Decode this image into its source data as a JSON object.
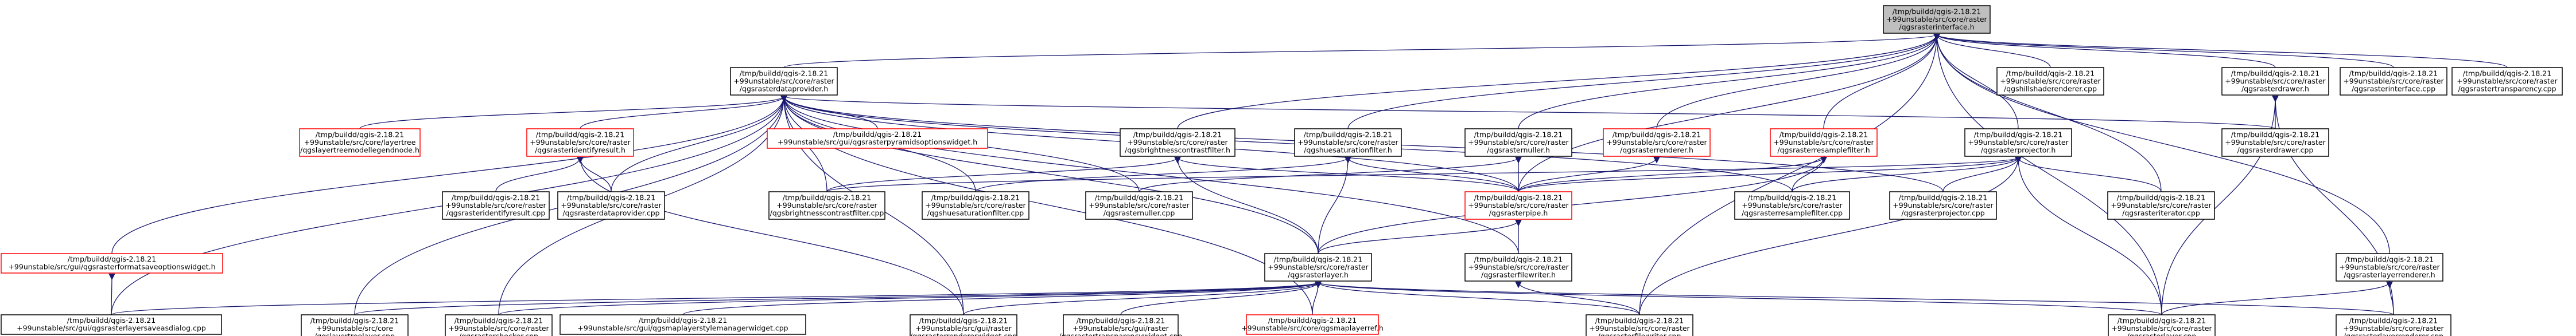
{
  "colors": {
    "root_fill": "#bfbfbf",
    "normal_border": "#000000",
    "undocumented_border": "#ff0000",
    "edge": "#191970"
  },
  "nodes": [
    {
      "id": "root",
      "root": true,
      "lines": [
        "/tmp/buildd/qgis-2.18.21",
        "+99unstable/src/core/raster",
        "/qgsrasterinterface.h"
      ]
    },
    {
      "id": "dataprovider_h",
      "lines": [
        "/tmp/buildd/qgis-2.18.21",
        "+99unstable/src/core/raster",
        "/qgsrasterdataprovider.h"
      ]
    },
    {
      "id": "hillshaderenderer_cpp",
      "lines": [
        "/tmp/buildd/qgis-2.18.21",
        "+99unstable/src/core/raster",
        "/qgshillshaderenderer.cpp"
      ]
    },
    {
      "id": "drawer_h",
      "lines": [
        "/tmp/buildd/qgis-2.18.21",
        "+99unstable/src/core/raster",
        "/qgsrasterdrawer.h"
      ]
    },
    {
      "id": "interface_cpp",
      "lines": [
        "/tmp/buildd/qgis-2.18.21",
        "+99unstable/src/core/raster",
        "/qgsrasterinterface.cpp"
      ]
    },
    {
      "id": "transparency_cpp",
      "lines": [
        "/tmp/buildd/qgis-2.18.21",
        "+99unstable/src/core/raster",
        "/qgsrastertransparency.cpp"
      ]
    },
    {
      "id": "layertree_h",
      "undocumented": true,
      "lines": [
        "/tmp/buildd/qgis-2.18.21",
        "+99unstable/src/core/layertree",
        "/qgslayertreemodellegendnode.h"
      ]
    },
    {
      "id": "identifyresult_h",
      "undocumented": true,
      "lines": [
        "/tmp/buildd/qgis-2.18.21",
        "+99unstable/src/core/raster",
        "/qgsrasteridentifyresult.h"
      ]
    },
    {
      "id": "pyramids_widget_h",
      "undocumented": true,
      "lines": [
        "/tmp/buildd/qgis-2.18.21",
        "+99unstable/src/gui/qgsrasterpyramidsoptionswidget.h"
      ]
    },
    {
      "id": "brightness_h",
      "lines": [
        "/tmp/buildd/qgis-2.18.21",
        "+99unstable/src/core/raster",
        "/qgsbrightnesscontrastfilter.h"
      ]
    },
    {
      "id": "huesat_h",
      "lines": [
        "/tmp/buildd/qgis-2.18.21",
        "+99unstable/src/core/raster",
        "/qgshuesaturationfilter.h"
      ]
    },
    {
      "id": "nuller_h",
      "lines": [
        "/tmp/buildd/qgis-2.18.21",
        "+99unstable/src/core/raster",
        "/qgsrasternuller.h"
      ]
    },
    {
      "id": "renderer_h",
      "undocumented": true,
      "lines": [
        "/tmp/buildd/qgis-2.18.21",
        "+99unstable/src/core/raster",
        "/qgsrasterrenderer.h"
      ]
    },
    {
      "id": "resample_h",
      "undocumented": true,
      "lines": [
        "/tmp/buildd/qgis-2.18.21",
        "+99unstable/src/core/raster",
        "/qgsrasterresamplefilter.h"
      ]
    },
    {
      "id": "projector_h",
      "lines": [
        "/tmp/buildd/qgis-2.18.21",
        "+99unstable/src/core/raster",
        "/qgsrasterprojector.h"
      ]
    },
    {
      "id": "drawer_cpp",
      "lines": [
        "/tmp/buildd/qgis-2.18.21",
        "+99unstable/src/core/raster",
        "/qgsrasterdrawer.cpp"
      ]
    },
    {
      "id": "identifyresult_cpp",
      "lines": [
        "/tmp/buildd/qgis-2.18.21",
        "+99unstable/src/core/raster",
        "/qgsrasteridentifyresult.cpp"
      ]
    },
    {
      "id": "dataprovider_cpp",
      "lines": [
        "/tmp/buildd/qgis-2.18.21",
        "+99unstable/src/core/raster",
        "/qgsrasterdataprovider.cpp"
      ]
    },
    {
      "id": "brightness_cpp",
      "lines": [
        "/tmp/buildd/qgis-2.18.21",
        "+99unstable/src/core/raster",
        "/qgsbrightnesscontrastfilter.cpp"
      ]
    },
    {
      "id": "huesat_cpp",
      "lines": [
        "/tmp/buildd/qgis-2.18.21",
        "+99unstable/src/core/raster",
        "/qgshuesaturationfilter.cpp"
      ]
    },
    {
      "id": "nuller_cpp",
      "lines": [
        "/tmp/buildd/qgis-2.18.21",
        "+99unstable/src/core/raster",
        "/qgsrasternuller.cpp"
      ]
    },
    {
      "id": "pipe_h",
      "undocumented": true,
      "lines": [
        "/tmp/buildd/qgis-2.18.21",
        "+99unstable/src/core/raster",
        "/qgsrasterpipe.h"
      ]
    },
    {
      "id": "resample_cpp",
      "lines": [
        "/tmp/buildd/qgis-2.18.21",
        "+99unstable/src/core/raster",
        "/qgsrasterresamplefilter.cpp"
      ]
    },
    {
      "id": "projector_cpp",
      "lines": [
        "/tmp/buildd/qgis-2.18.21",
        "+99unstable/src/core/raster",
        "/qgsrasterprojector.cpp"
      ]
    },
    {
      "id": "iterator_cpp",
      "lines": [
        "/tmp/buildd/qgis-2.18.21",
        "+99unstable/src/core/raster",
        "/qgsrasteriterator.cpp"
      ]
    },
    {
      "id": "formatsave_h",
      "undocumented": true,
      "lines": [
        "/tmp/buildd/qgis-2.18.21",
        "+99unstable/src/gui/qgsrasterformatsaveoptionswidget.h"
      ]
    },
    {
      "id": "layer_h",
      "lines": [
        "/tmp/buildd/qgis-2.18.21",
        "+99unstable/src/core/raster",
        "/qgsrasterlayer.h"
      ]
    },
    {
      "id": "filewriter_h",
      "lines": [
        "/tmp/buildd/qgis-2.18.21",
        "+99unstable/src/core/raster",
        "/qgsrasterfilewriter.h"
      ]
    },
    {
      "id": "layerrenderer_h",
      "lines": [
        "/tmp/buildd/qgis-2.18.21",
        "+99unstable/src/core/raster",
        "/qgsrasterlayerrenderer.h"
      ]
    },
    {
      "id": "saveasdialog_cpp",
      "lines": [
        "/tmp/buildd/qgis-2.18.21",
        "+99unstable/src/gui/qgsrasterlayersaveasdialog.cpp"
      ]
    },
    {
      "id": "layertreelayer_cpp",
      "lines": [
        "/tmp/buildd/qgis-2.18.21",
        "+99unstable/src/core",
        "/qgslayertreelayer.cpp"
      ]
    },
    {
      "id": "checker_cpp",
      "lines": [
        "/tmp/buildd/qgis-2.18.21",
        "+99unstable/src/core/raster",
        "/qgsrasterchecker.cpp"
      ]
    },
    {
      "id": "stylemanager_cpp",
      "lines": [
        "/tmp/buildd/qgis-2.18.21",
        "+99unstable/src/gui/qgsmaplayerstylemanagerwidget.cpp"
      ]
    },
    {
      "id": "rendererwidget_cpp",
      "lines": [
        "/tmp/buildd/qgis-2.18.21",
        "+99unstable/src/gui/raster",
        "/qgsrasterrendererwidget.cpp"
      ]
    },
    {
      "id": "transparencywidget_cpp",
      "lines": [
        "/tmp/buildd/qgis-2.18.21",
        "+99unstable/src/gui/raster",
        "/qgsrastertransparencywidget.cpp"
      ]
    },
    {
      "id": "maplayerref_h",
      "undocumented": true,
      "lines": [
        "/tmp/buildd/qgis-2.18.21",
        "+99unstable/src/core/qgsmaplayerref.h"
      ]
    },
    {
      "id": "filewriter_cpp",
      "lines": [
        "/tmp/buildd/qgis-2.18.21",
        "+99unstable/src/core/raster",
        "/qgsrasterfilewriter.cpp"
      ]
    },
    {
      "id": "layer_cpp",
      "lines": [
        "/tmp/buildd/qgis-2.18.21",
        "+99unstable/src/core/raster",
        "/qgsrasterlayer.cpp"
      ]
    },
    {
      "id": "layerrenderer_cpp",
      "lines": [
        "/tmp/buildd/qgis-2.18.21",
        "+99unstable/src/core/raster",
        "/qgsrasterlayerrenderer.cpp"
      ]
    }
  ],
  "edges": [
    [
      "root",
      "dataprovider_h"
    ],
    [
      "root",
      "hillshaderenderer_cpp"
    ],
    [
      "root",
      "drawer_h"
    ],
    [
      "root",
      "interface_cpp"
    ],
    [
      "root",
      "transparency_cpp"
    ],
    [
      "root",
      "brightness_h"
    ],
    [
      "root",
      "huesat_h"
    ],
    [
      "root",
      "nuller_h"
    ],
    [
      "root",
      "renderer_h"
    ],
    [
      "root",
      "resample_h"
    ],
    [
      "root",
      "projector_h"
    ],
    [
      "root",
      "pipe_h"
    ],
    [
      "root",
      "iterator_cpp"
    ],
    [
      "root",
      "layerrenderer_h"
    ],
    [
      "root",
      "filewriter_cpp"
    ],
    [
      "root",
      "layer_cpp"
    ],
    [
      "dataprovider_h",
      "layertree_h"
    ],
    [
      "dataprovider_h",
      "identifyresult_h"
    ],
    [
      "dataprovider_h",
      "pyramids_widget_h"
    ],
    [
      "dataprovider_h",
      "dataprovider_cpp"
    ],
    [
      "dataprovider_h",
      "brightness_cpp"
    ],
    [
      "dataprovider_h",
      "huesat_cpp"
    ],
    [
      "dataprovider_h",
      "nuller_cpp"
    ],
    [
      "dataprovider_h",
      "pipe_h"
    ],
    [
      "dataprovider_h",
      "resample_cpp"
    ],
    [
      "dataprovider_h",
      "projector_cpp"
    ],
    [
      "dataprovider_h",
      "formatsave_h"
    ],
    [
      "dataprovider_h",
      "layer_h"
    ],
    [
      "dataprovider_h",
      "filewriter_h"
    ],
    [
      "dataprovider_h",
      "saveasdialog_cpp"
    ],
    [
      "dataprovider_h",
      "layertreelayer_cpp"
    ],
    [
      "dataprovider_h",
      "checker_cpp"
    ],
    [
      "dataprovider_h",
      "rendererwidget_cpp"
    ],
    [
      "dataprovider_h",
      "maplayerref_h"
    ],
    [
      "dataprovider_h",
      "drawer_cpp"
    ],
    [
      "identifyresult_h",
      "identifyresult_cpp"
    ],
    [
      "identifyresult_h",
      "dataprovider_cpp"
    ],
    [
      "identifyresult_h",
      "rendererwidget_cpp"
    ],
    [
      "drawer_h",
      "drawer_cpp"
    ],
    [
      "drawer_h",
      "layer_cpp"
    ],
    [
      "drawer_h",
      "layerrenderer_cpp"
    ],
    [
      "brightness_h",
      "brightness_cpp"
    ],
    [
      "brightness_h",
      "pipe_h"
    ],
    [
      "brightness_h",
      "layer_h"
    ],
    [
      "huesat_h",
      "huesat_cpp"
    ],
    [
      "huesat_h",
      "pipe_h"
    ],
    [
      "huesat_h",
      "layer_h"
    ],
    [
      "nuller_h",
      "nuller_cpp"
    ],
    [
      "nuller_h",
      "pipe_h"
    ],
    [
      "renderer_h",
      "pipe_h"
    ],
    [
      "resample_h",
      "resample_cpp"
    ],
    [
      "resample_h",
      "pipe_h"
    ],
    [
      "resample_h",
      "layer_h"
    ],
    [
      "projector_h",
      "projector_cpp"
    ],
    [
      "projector_h",
      "pipe_h"
    ],
    [
      "projector_h",
      "resample_cpp"
    ],
    [
      "projector_h",
      "iterator_cpp"
    ],
    [
      "projector_h",
      "filewriter_cpp"
    ],
    [
      "projector_h",
      "layer_cpp"
    ],
    [
      "projector_h",
      "brightness_cpp"
    ],
    [
      "pipe_h",
      "layer_h"
    ],
    [
      "pipe_h",
      "filewriter_h"
    ],
    [
      "formatsave_h",
      "saveasdialog_cpp"
    ],
    [
      "layer_h",
      "saveasdialog_cpp"
    ],
    [
      "layer_h",
      "layertreelayer_cpp"
    ],
    [
      "layer_h",
      "checker_cpp"
    ],
    [
      "layer_h",
      "stylemanager_cpp"
    ],
    [
      "layer_h",
      "rendererwidget_cpp"
    ],
    [
      "layer_h",
      "transparencywidget_cpp"
    ],
    [
      "layer_h",
      "maplayerref_h"
    ],
    [
      "layer_h",
      "filewriter_cpp"
    ],
    [
      "layer_h",
      "layer_cpp"
    ],
    [
      "layer_h",
      "layerrenderer_cpp"
    ],
    [
      "filewriter_h",
      "filewriter_cpp"
    ],
    [
      "layerrenderer_h",
      "layer_cpp"
    ],
    [
      "layerrenderer_h",
      "layerrenderer_cpp"
    ]
  ]
}
